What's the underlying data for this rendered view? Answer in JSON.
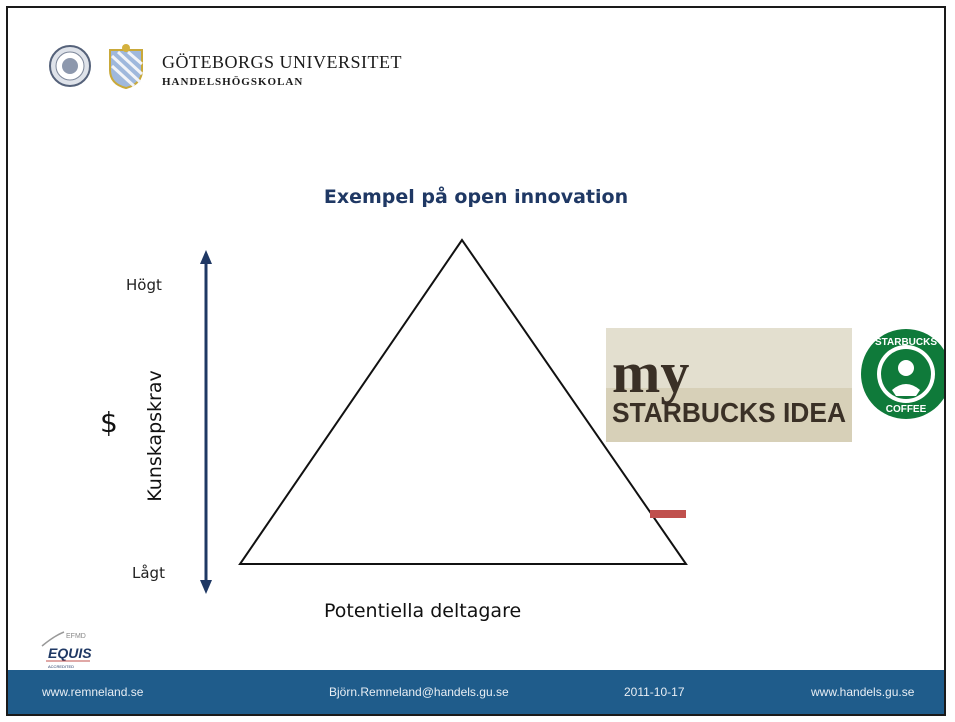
{
  "header": {
    "university_name": "GÖTEBORGS UNIVERSITET",
    "school_name": "HANDELSHÖGSKOLAN"
  },
  "slide": {
    "title": "Exempel på open innovation",
    "y_axis_label": "Kunskapskrav",
    "y_high_label": "Högt",
    "y_low_label": "Lågt",
    "dollar_symbol": "$",
    "x_axis_label": "Potentiella deltagare"
  },
  "starbucks_banner": {
    "line1": "my",
    "line2": "STARBUCKS IDEA",
    "badge_top": "STARBUCKS",
    "badge_bottom": "COFFEE"
  },
  "accreditation": {
    "small": "EFMD",
    "name": "EQUIS",
    "sub": "ACCREDITED"
  },
  "footer": {
    "left": "www.remneland.se",
    "email": "Björn.Remneland@handels.gu.se",
    "date": "2011-10-17",
    "right": "www.handels.gu.se"
  },
  "colors": {
    "title": "#1f3864",
    "footer_bg": "#1f5c8b",
    "arrow": "#1f3864",
    "accent_bar": "#c0504d"
  }
}
